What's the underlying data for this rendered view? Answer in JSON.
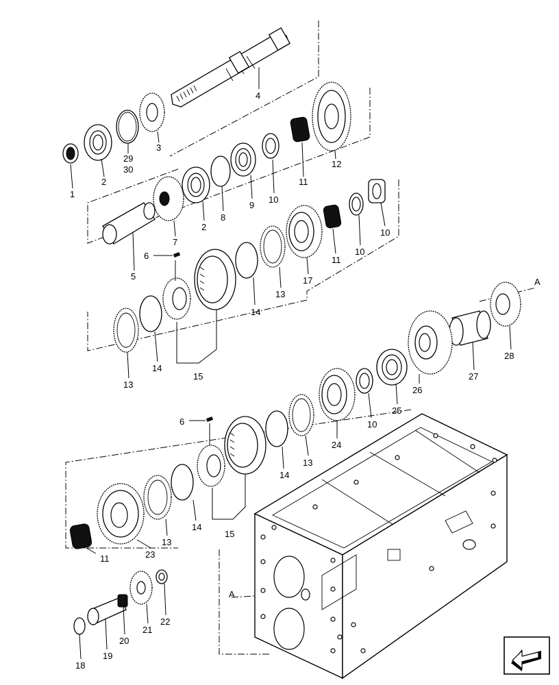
{
  "callouts": {
    "c1": "1",
    "c2a": "2",
    "c2b": "2",
    "c3": "3",
    "c4": "4",
    "c5": "5",
    "c6a": "6",
    "c6b": "6",
    "c7": "7",
    "c8": "8",
    "c9": "9",
    "c10a": "10",
    "c10b": "10",
    "c10c": "10",
    "c10d": "10",
    "c11a": "11",
    "c11b": "11",
    "c11c": "11",
    "c12": "12",
    "c13a": "13",
    "c13b": "13",
    "c13c": "13",
    "c13d": "13",
    "c14a": "14",
    "c14b": "14",
    "c14c": "14",
    "c14d": "14",
    "c15a": "15",
    "c15b": "15",
    "c17": "17",
    "c18": "18",
    "c19": "19",
    "c20": "20",
    "c21": "21",
    "c22": "22",
    "c23": "23",
    "c24": "24",
    "c25": "25",
    "c26": "26",
    "c27": "27",
    "c28": "28",
    "c29": "29",
    "c30": "30",
    "refA1": "A",
    "refA2": "A"
  },
  "nav": {
    "icon": "return-arrow-icon"
  }
}
